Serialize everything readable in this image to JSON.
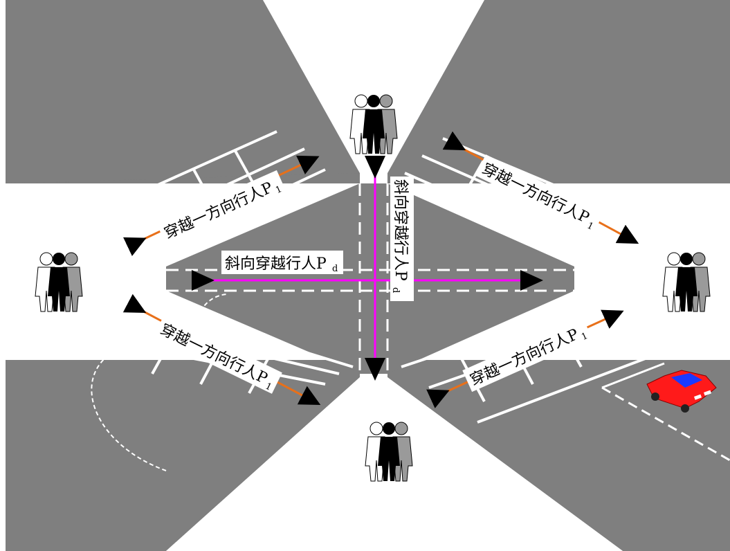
{
  "labels": {
    "nw_one_way": "穿越一方向行人P",
    "ne_one_way": "穿越一方向行人P",
    "sw_one_way": "穿越一方向行人P",
    "se_one_way": "穿越一方向行人P",
    "one_way_sub": "1",
    "diag_horizontal": "斜向穿越行人P",
    "diag_vertical": "斜向穿越行人P",
    "diag_sub": "d"
  },
  "colors": {
    "road": "#7f7f7f",
    "crosswalk": "#ffffff",
    "diag_arrow": "#ff00ff",
    "one_way_arrow": "#e8701a",
    "car": "#ff1a1a",
    "watermark": "#c8d0f0"
  },
  "icons": {
    "pedestrians": "pedestrian-group-icon",
    "car": "car-icon",
    "watermark": "university-seal-watermark"
  }
}
